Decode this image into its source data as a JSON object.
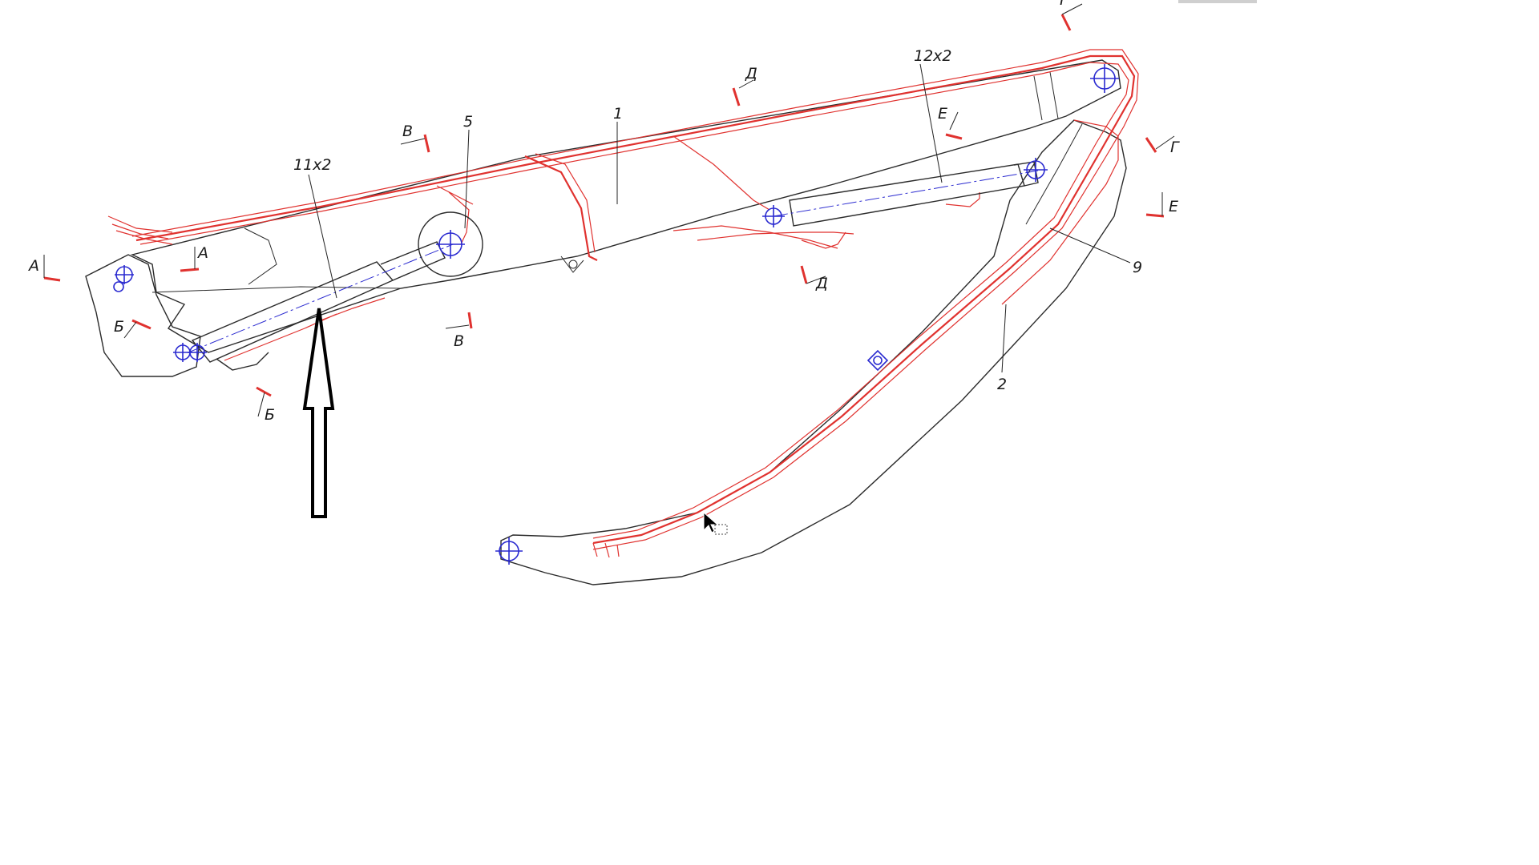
{
  "labels": {
    "part_1": "1",
    "part_2": "2",
    "part_5": "5",
    "part_9": "9",
    "part_11": "11x2",
    "part_12": "12x2"
  },
  "sections": {
    "a1": "А",
    "a2": "А",
    "b1": "Б",
    "b2": "Б",
    "v1": "В",
    "v2": "В",
    "g1": "Г",
    "g2": "Г",
    "d1": "Д",
    "d2": "Д",
    "e1": "Е",
    "e2": "Е"
  },
  "colors": {
    "outline": "#2b2b2b",
    "hydraulic_lines": "#e0322f",
    "axis_and_pins": "#2a2ad0",
    "pointer_arrow": "#000000"
  }
}
